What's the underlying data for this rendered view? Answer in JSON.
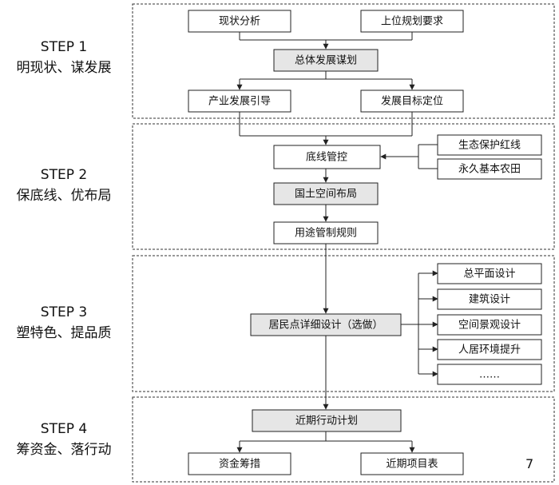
{
  "steps": [
    {
      "number": "STEP 1",
      "title": "明现状、谋发展"
    },
    {
      "number": "STEP 2",
      "title": "保底线、优布局"
    },
    {
      "number": "STEP 3",
      "title": "塑特色、提品质"
    },
    {
      "number": "STEP 4",
      "title": "筹资金、落行动"
    }
  ],
  "boxes": {
    "status_analysis": "现状分析",
    "upper_plan_requirements": "上位规划要求",
    "overall_development_plan": "总体发展谋划",
    "industry_guidance": "产业发展引导",
    "development_goals": "发展目标定位",
    "bottom_line_control": "底线管控",
    "ecological_redline": "生态保护红线",
    "permanent_farmland": "永久基本农田",
    "territorial_space_layout": "国土空间布局",
    "land_use_control_rules": "用途管制规则",
    "settlement_detailed_design": "居民点详细设计（选做）",
    "master_plan_design": "总平面设计",
    "architecture_design": "建筑设计",
    "landscape_design": "空间景观设计",
    "living_environment": "人居环境提升",
    "more": "……",
    "near_term_action_plan": "近期行动计划",
    "fund_raising": "资金筹措",
    "near_term_projects": "近期项目表"
  },
  "colors": {
    "highlight_fill": "#e6e6e6",
    "box_fill": "#ffffff",
    "line": "#222222"
  },
  "page_number": "7"
}
